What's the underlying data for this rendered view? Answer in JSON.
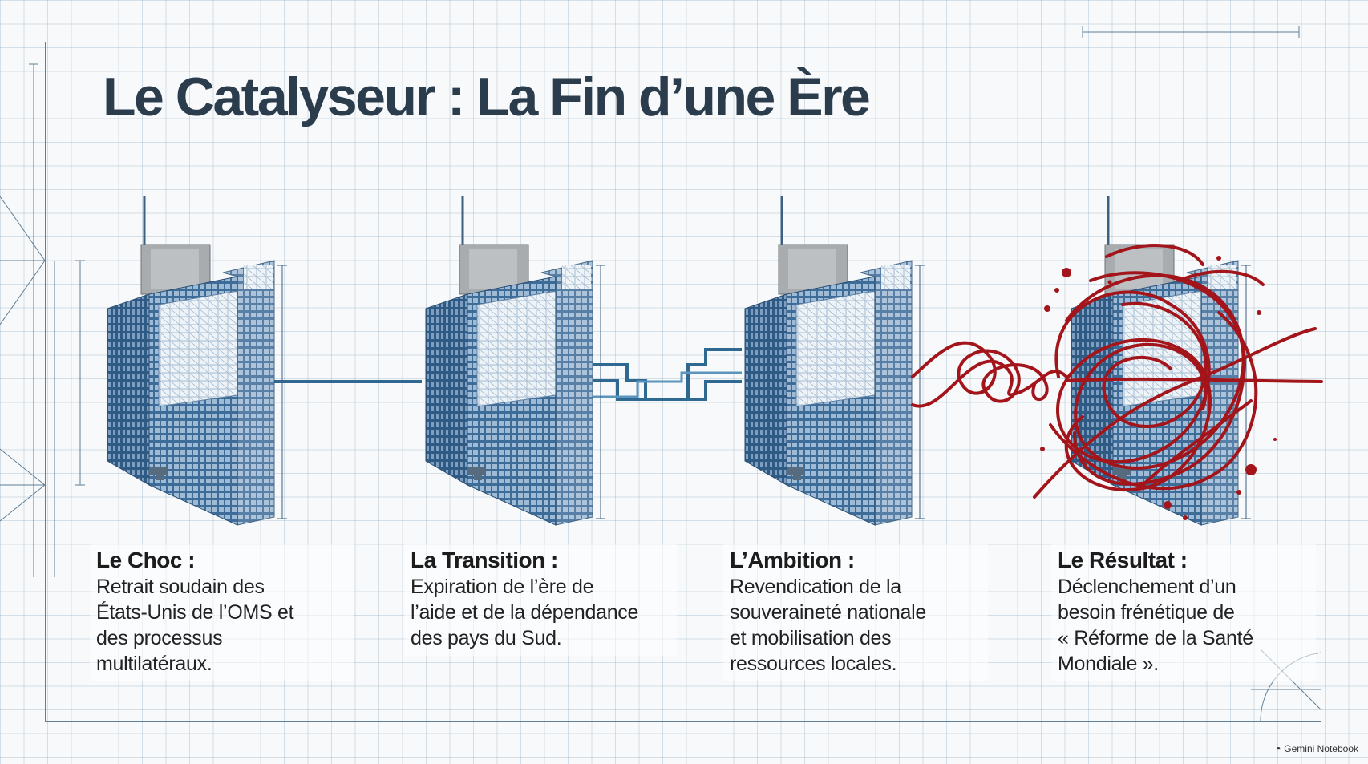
{
  "title": "Le Catalyseur : La Fin d’une Ère",
  "stages": [
    {
      "heading": "Le Choc :",
      "lines": [
        "Retrait soudain des",
        "États-Unis de l’OMS et",
        "des processus",
        "multilatéraux."
      ]
    },
    {
      "heading": "La Transition :",
      "lines": [
        "Expiration de l’ère de",
        "l’aide et de la dépendance",
        "des pays du Sud."
      ]
    },
    {
      "heading": "L’Ambition :",
      "lines": [
        "Revendication de la",
        "souveraineté nationale",
        "et mobilisation des",
        "ressources locales."
      ]
    },
    {
      "heading": "Le Résultat :",
      "lines": [
        "Déclenchement d’un",
        "besoin frénétique de",
        "« Réforme de la Santé",
        "Mondiale »."
      ]
    }
  ],
  "brand": {
    "label": "Gemini Notebook",
    "icon": "gemini-notebook-icon"
  },
  "colors": {
    "blueprint_blue": "#3f6f9c",
    "dark_text": "#2b3d4d",
    "tangle_red": "#a3151a",
    "grid": "#c7d3dd"
  }
}
